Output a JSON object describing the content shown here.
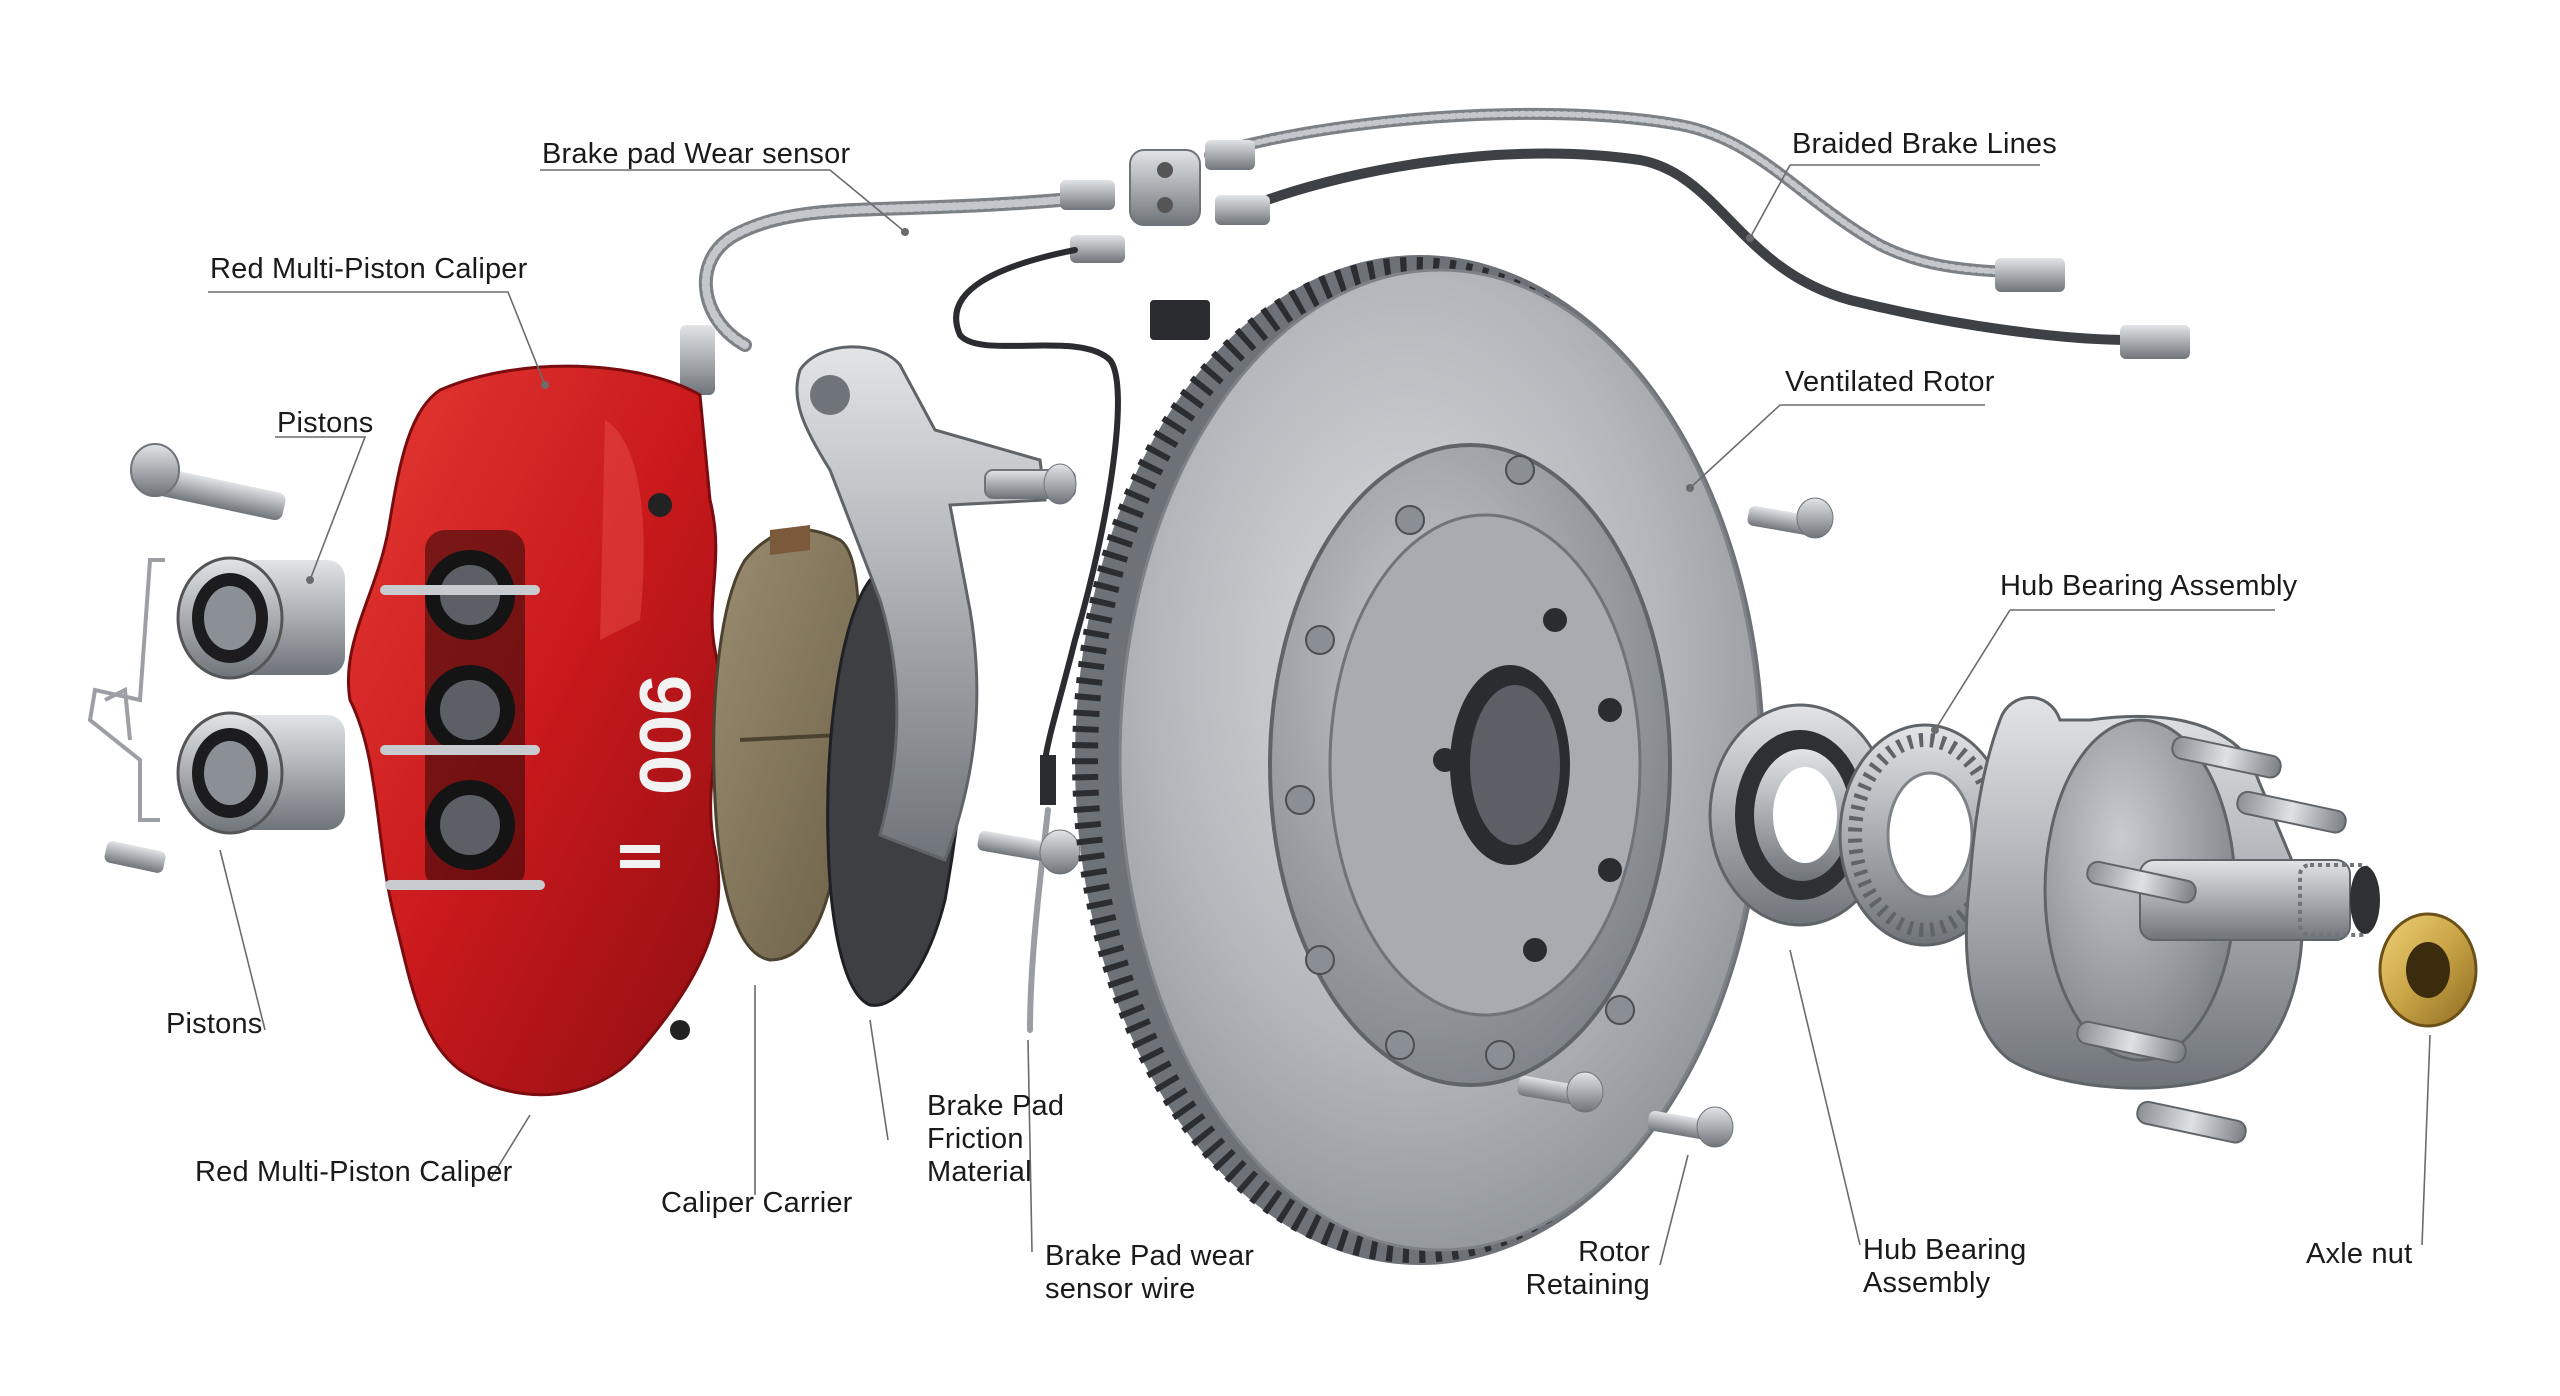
{
  "labels": {
    "brake_pad_wear_sensor": "Brake pad Wear sensor",
    "braided_brake_lines": "Braided Brake Lines",
    "red_multi_piston_caliper_top": "Red Multi-Piston Caliper",
    "pistons_top": "Pistons",
    "ventilated_rotor": "Ventilated Rotor",
    "hub_bearing_assembly_top": "Hub Bearing Assembly",
    "pistons_bottom": "Pistons",
    "red_multi_piston_caliper_bottom": "Red Multi-Piston Caliper",
    "caliper_carrier": "Caliper Carrier",
    "brake_pad_friction_material": [
      "Brake Pad",
      "Friction",
      "Material"
    ],
    "brake_pad_wear_sensor_wire": [
      "Brake Pad wear",
      "sensor wire"
    ],
    "rotor_retaining": [
      "Rotor",
      "Retaining"
    ],
    "hub_bearing_assembly_bottom": [
      "Hub Bearing",
      "Assembly"
    ],
    "axle_nut": "Axle nut"
  },
  "caliper_badge": "900",
  "colors": {
    "caliper_red": "#c9191c",
    "metal": "#a9adb2",
    "brake_pad_friction": "#8a7a5c",
    "axle_nut_brass": "#c9a445",
    "leader_line": "#6b6b6b"
  }
}
